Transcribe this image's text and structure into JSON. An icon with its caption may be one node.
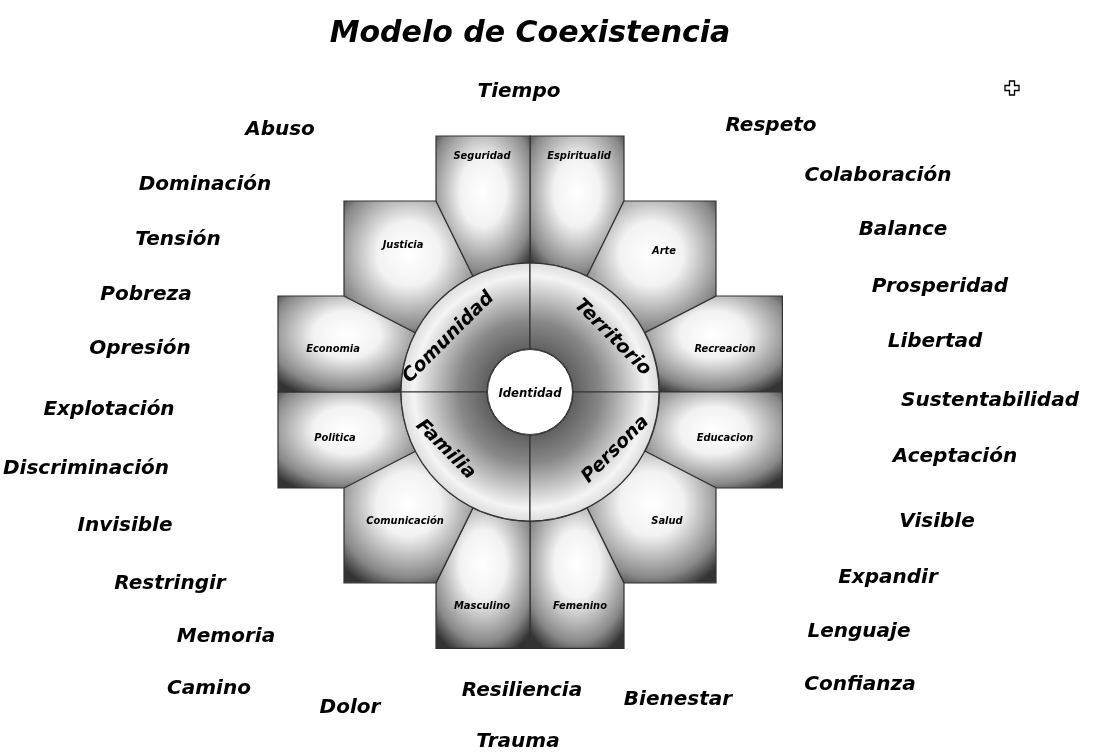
{
  "diagram": {
    "title": "Modelo de Coexistencia",
    "nodes": [
      {
        "text": [
          "Seguridad"
        ]
      },
      {
        "text": [
          "Espiritualid"
        ]
      },
      {
        "text": [
          "Justicia"
        ]
      },
      {
        "text": [
          "Arte"
        ]
      },
      {
        "text": [
          "Economia"
        ]
      },
      {
        "text": [
          "Recreacion"
        ]
      },
      {
        "text": [
          "Politica"
        ]
      },
      {
        "text": [
          "Educacion"
        ]
      },
      {
        "text": [
          "Comunicación"
        ]
      },
      {
        "text": [
          "Salud"
        ]
      },
      {
        "text": [
          "Masculino"
        ]
      },
      {
        "text": [
          "Femenino"
        ]
      },
      {
        "text": [
          "Comunidad"
        ]
      },
      {
        "text": [
          "Territorio"
        ]
      },
      {
        "text": [
          "Familia"
        ]
      },
      {
        "text": [
          "Persona"
        ]
      },
      {
        "text": [
          "Identidad"
        ]
      }
    ],
    "edges": [],
    "labels": [
      "Tiempo",
      "Respeto",
      "Abuso",
      "Colaboración",
      "Dominación",
      "Balance",
      "Tensión",
      "Prosperidad",
      "Pobreza",
      "Libertad",
      "Opresión",
      "Sustentabilidad",
      "Explotación",
      "Aceptación",
      "Discriminación",
      "Visible",
      "Invisible",
      "Expandir",
      "Restringir",
      "Lenguaje",
      "Memoria",
      "Confianza",
      "Camino",
      "Resiliencia",
      "Bienestar",
      "Dolor",
      "Trauma"
    ]
  }
}
